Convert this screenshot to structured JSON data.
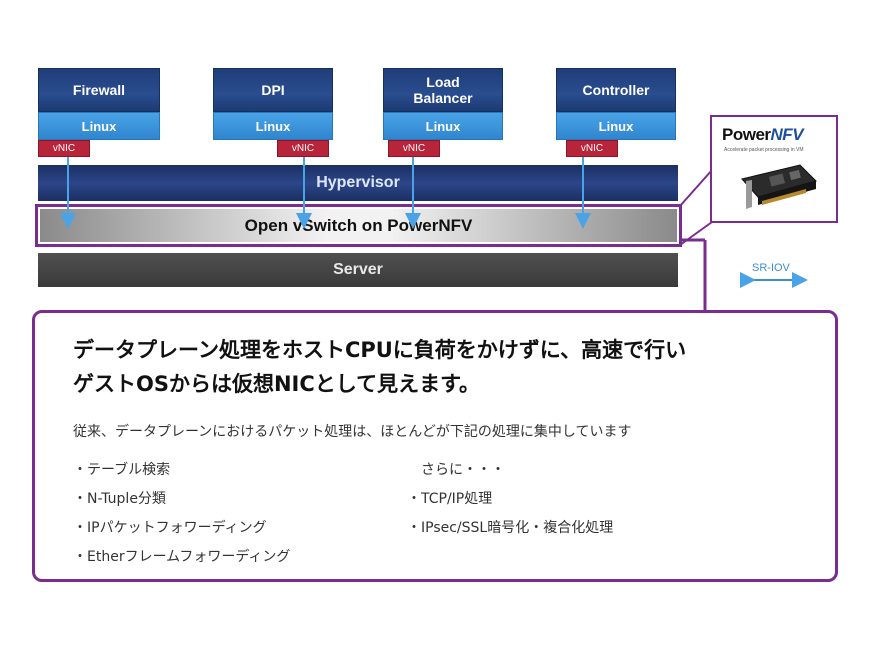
{
  "diagram": {
    "vms": [
      {
        "app": "Firewall",
        "os": "Linux",
        "nic": "vNIC"
      },
      {
        "app": "DPI",
        "os": "Linux",
        "nic": "vNIC"
      },
      {
        "app": "Load\nBalancer",
        "os": "Linux",
        "nic": "vNIC"
      },
      {
        "app": "Controller",
        "os": "Linux",
        "nic": "vNIC"
      }
    ],
    "hypervisor": "Hypervisor",
    "ovs": "Open vSwitch on PowerNFV",
    "server": "Server",
    "product": {
      "logo_part1": "Power",
      "logo_part2": "NFV",
      "tagline": "Accelerate packet processing in VM"
    },
    "sriov": "SR-IOV"
  },
  "description": {
    "headline_line1": "データプレーン処理をホストCPUに負荷をかけずに、高速で行い",
    "headline_line2": "ゲストOSからは仮想NICとして見えます。",
    "intro": "従来、データプレーンにおけるパケット処理は、ほとんどが下記の処理に集中しています",
    "left_items": [
      "・テーブル検索",
      "・N-Tuple分類",
      "・IPパケットフォワーディング",
      "・Etherフレームフォワーディング"
    ],
    "right_heading": "さらに・・・",
    "right_items": [
      "・TCP/IP処理",
      "・IPsec/SSL暗号化・複合化処理"
    ]
  },
  "colors": {
    "accent_purple": "#7a2d8f",
    "vm_blue": "#2a4d8f",
    "linux_blue": "#3a95dc",
    "vnic_red": "#b8243a",
    "server_gray": "#444444"
  }
}
